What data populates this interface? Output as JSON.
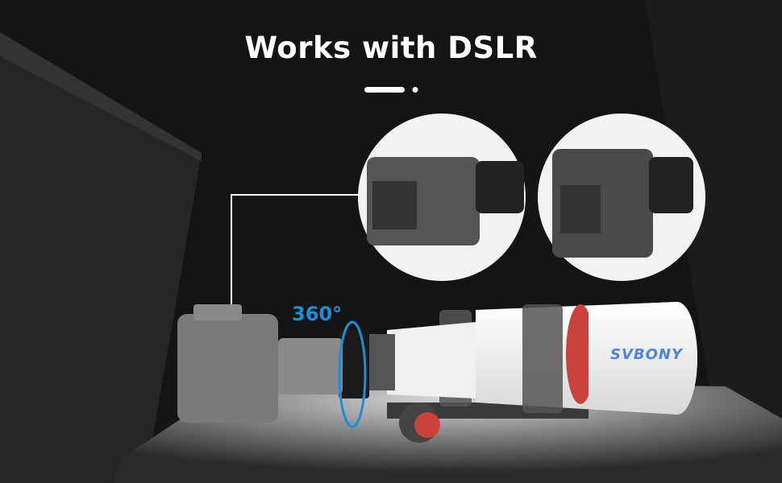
{
  "title": "Works with DSLR",
  "rotation_label": "360°",
  "brand": "SVBONY",
  "colors": {
    "background": "#141414",
    "accent_blue": "#1e8fd6",
    "tube": "#f4f4f4",
    "red_ring": "#c9423c"
  }
}
